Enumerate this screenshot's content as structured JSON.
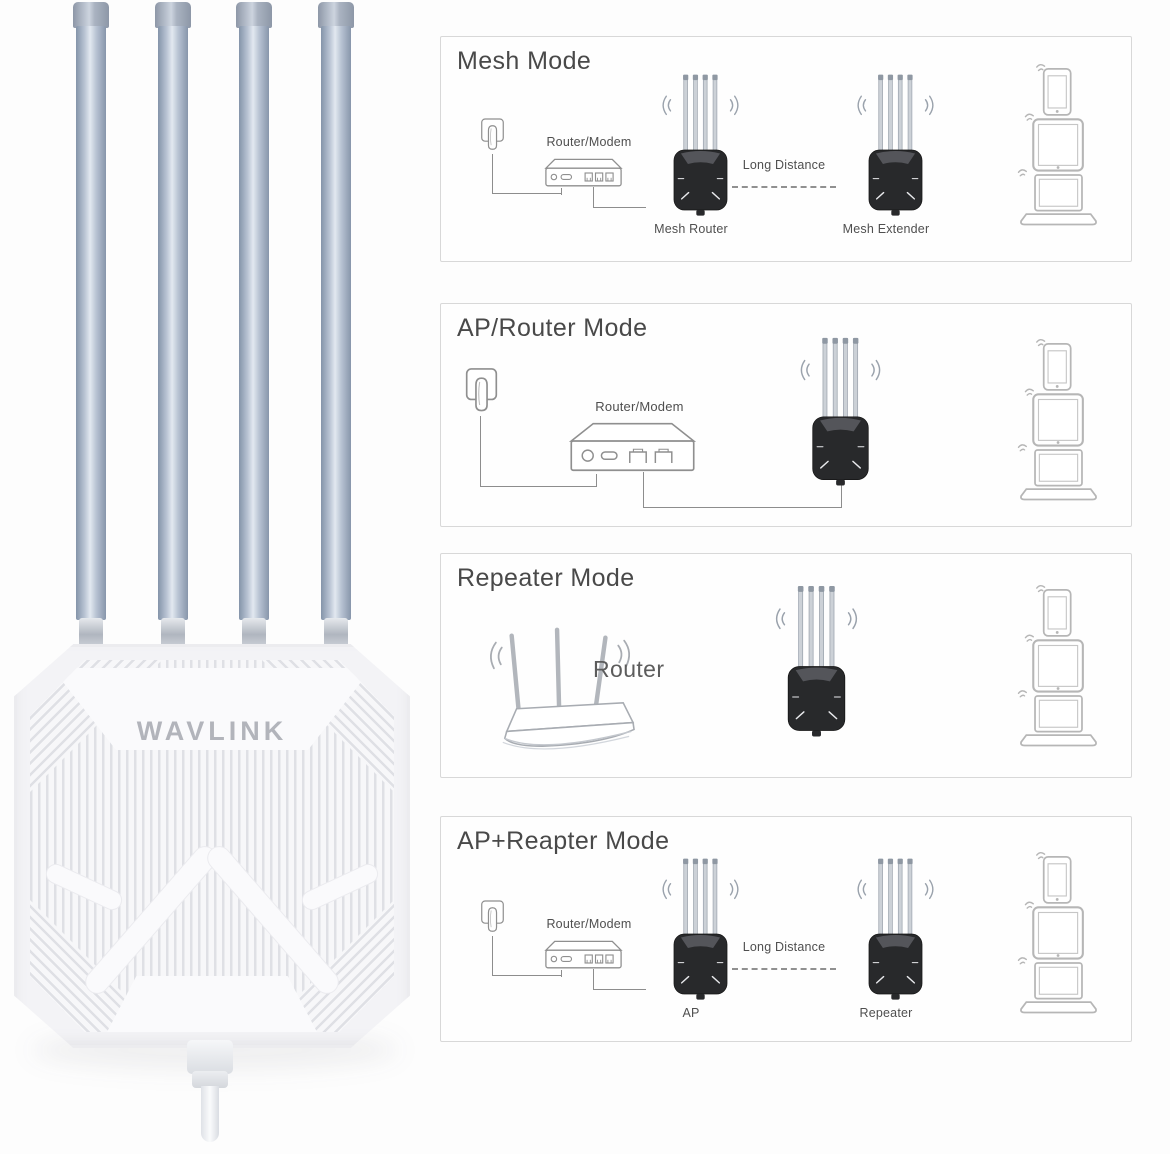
{
  "product": {
    "brand": "WAVLINK",
    "antenna_count": 4,
    "colors": {
      "antenna": "#aebbcb",
      "body": "#f3f3f6",
      "logo": "#b2b4bb"
    }
  },
  "panels": [
    {
      "title": "Mesh Mode",
      "source_label": "Router/Modem",
      "left_device_label": "Mesh Router",
      "link_label": "Long Distance",
      "right_device_label": "Mesh Extender"
    },
    {
      "title": "AP/Router Mode",
      "source_label": "Router/Modem"
    },
    {
      "title": "Repeater Mode",
      "source_label": "Router"
    },
    {
      "title": "AP+Reapter Mode",
      "source_label": "Router/Modem",
      "left_device_label": "AP",
      "link_label": "Long Distance",
      "right_device_label": "Repeater"
    }
  ],
  "colors": {
    "panel_border": "#d8d8d8",
    "connector_line": "#8d8d8d",
    "title_text": "#494949",
    "label_text": "#4f4f4f",
    "device_black": "#28292b"
  }
}
